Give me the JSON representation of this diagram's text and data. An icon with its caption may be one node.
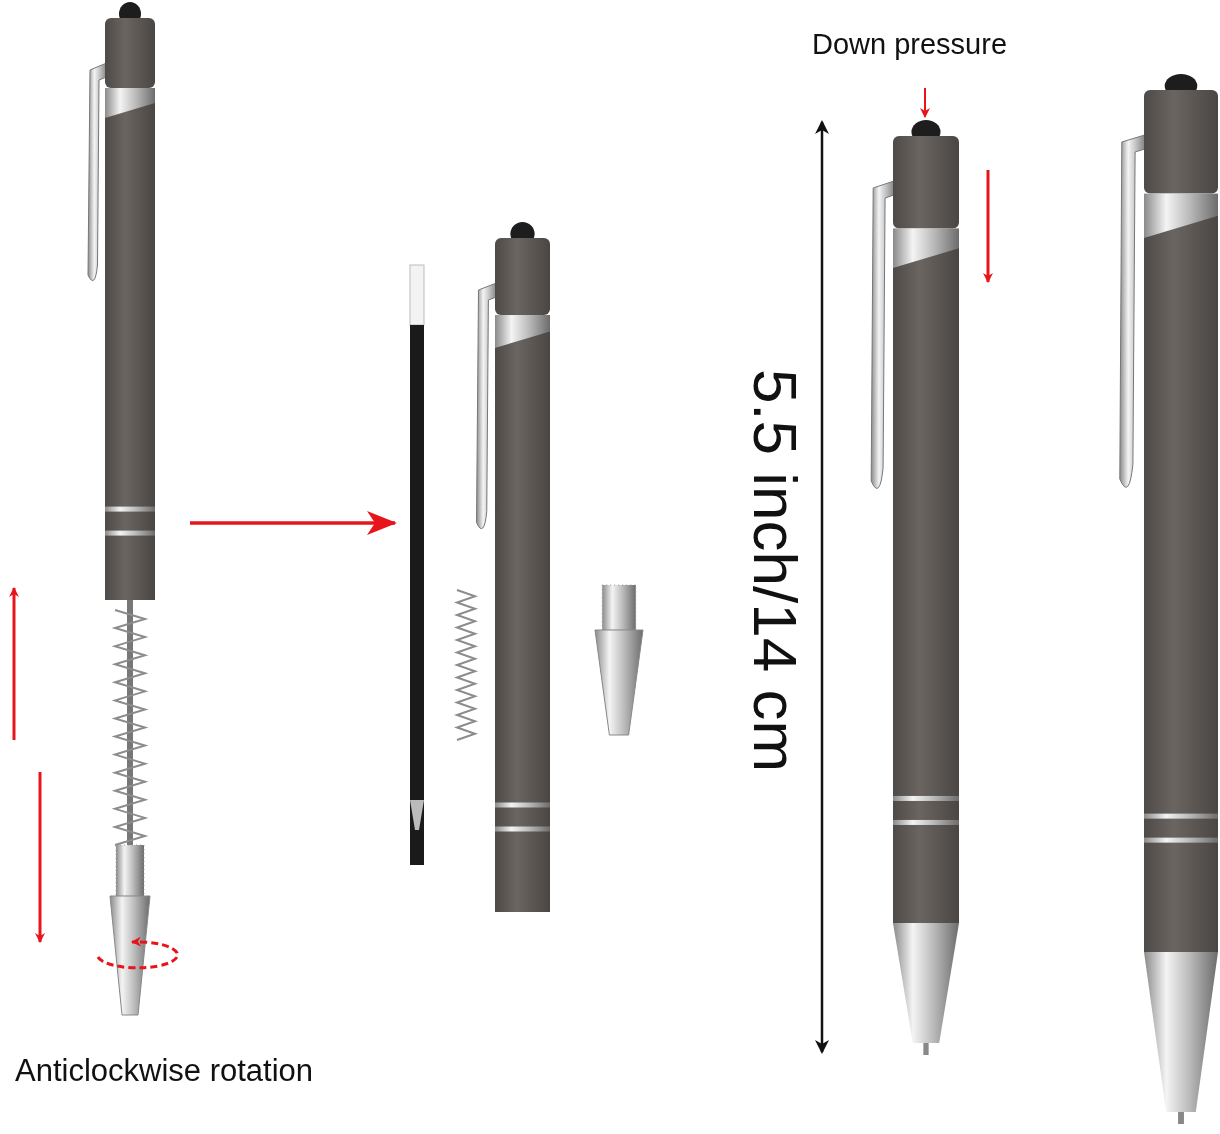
{
  "diagram": {
    "nodes": [
      {
        "text": [],
        "shape": "picture"
      },
      {
        "text": [],
        "shape": "picture"
      }
    ],
    "edges": [
      {
        "from": 0,
        "to": 1,
        "arrow": "to"
      }
    ],
    "labels": [
      "Down pressure",
      "5.5 inch/14 cm",
      "Anticlockwise rotation"
    ]
  }
}
